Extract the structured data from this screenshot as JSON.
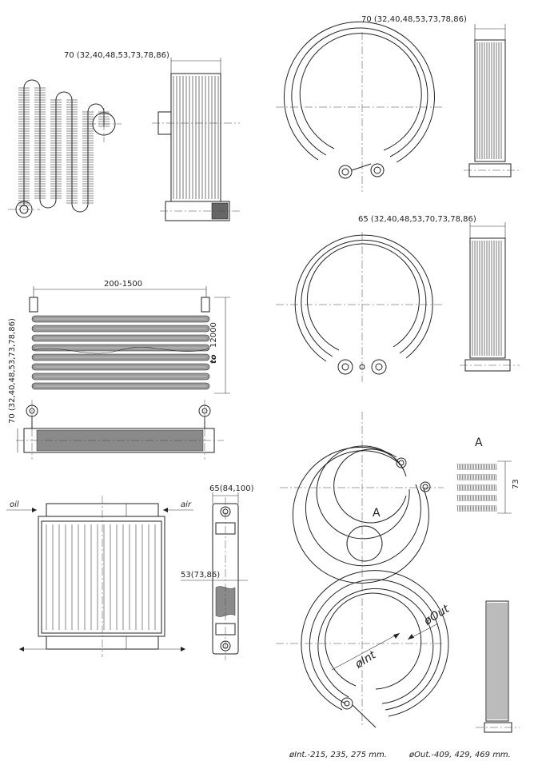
{
  "dimensions": {
    "d1": "70 (32,40,48,53,73,78,86)",
    "d2": "70 (32,40,48,53,73,78,86)",
    "d3": "65 (32,40,48,53,70,73,78,86)",
    "d4": "200-1500",
    "d5_prefix": "to",
    "d5_value": "12000",
    "d6": "70 (32,40,48,53,73,78,86)",
    "d7": "65(84,100)",
    "d8": "53(73,86)",
    "d9": "73"
  },
  "labels": {
    "oil": "oil",
    "air": "air",
    "detail_a": "A",
    "detail_a_view": "A",
    "dint": "øInt",
    "dout": "øOut"
  },
  "footer": {
    "inner": "øInt.-215, 235, 275 mm.",
    "outer": "øOut.-409, 429, 469 mm."
  }
}
